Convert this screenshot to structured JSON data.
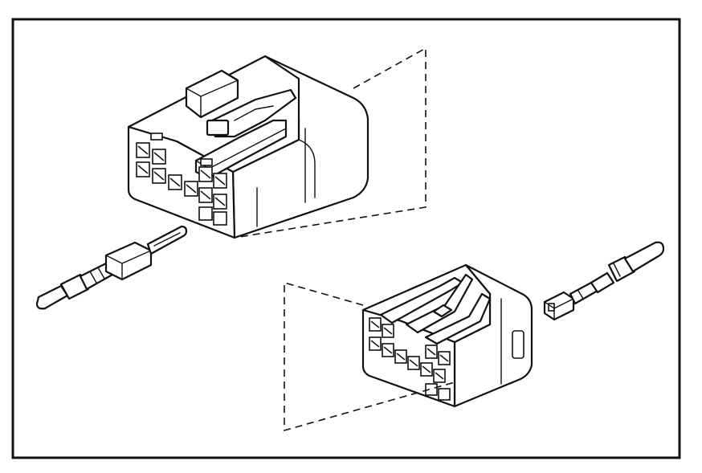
{
  "figure": {
    "border_color": "#111111",
    "background_color": "#ffffff",
    "line_color": "#111111"
  },
  "parts": [
    {
      "id": "large-connector",
      "kind": "connector housing",
      "cavities": 12
    },
    {
      "id": "large-terminal",
      "kind": "crimp terminal"
    },
    {
      "id": "small-connector",
      "kind": "connector housing",
      "cavities": 12
    },
    {
      "id": "small-terminal",
      "kind": "crimp terminal"
    }
  ]
}
